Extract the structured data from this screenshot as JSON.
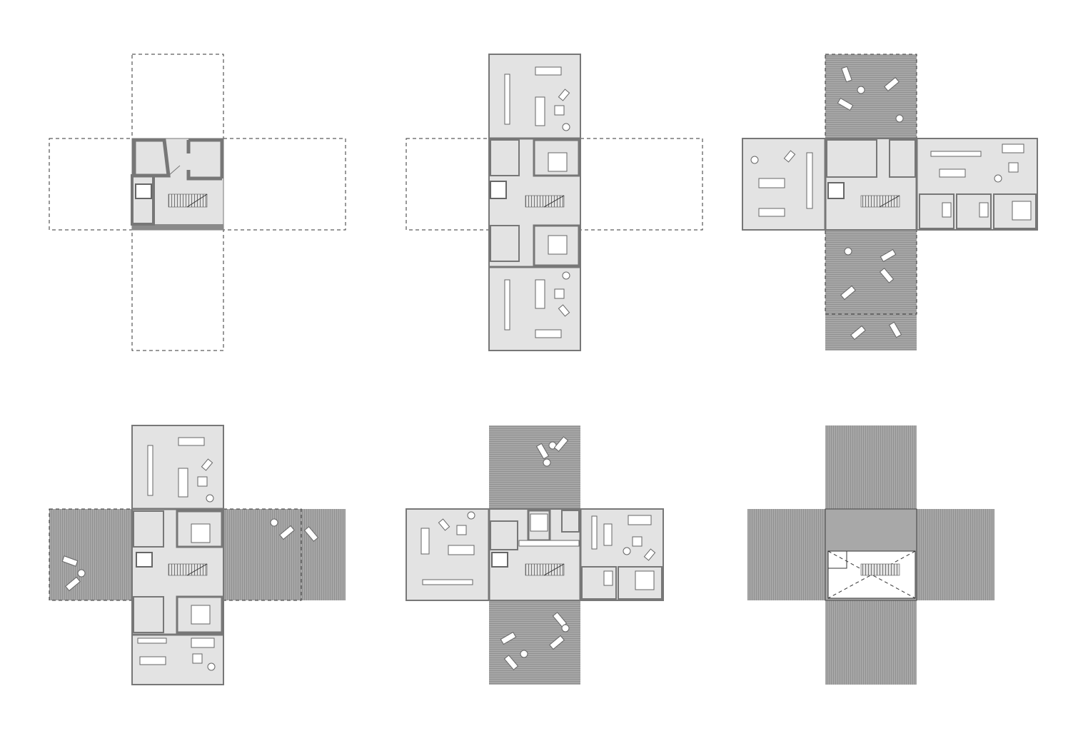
{
  "sheet": {
    "title": "",
    "description_text": ""
  },
  "colors": {
    "background": "#ffffff",
    "room_fill": "#e3e3e3",
    "deck_fill": "#a2a2a2",
    "deck_line": "#8a8a8a",
    "wall": "#7d7d7d",
    "outline": "#6f6f6f",
    "dashed": "#333333",
    "furniture": "#ffffff"
  },
  "diagrams": [
    {
      "id": "core-module",
      "stage": 1,
      "layout": "cross-plan",
      "modules_built": [
        "core"
      ],
      "modules_dashed": [
        "north",
        "south",
        "west",
        "east"
      ]
    },
    {
      "id": "vertical-living-wings",
      "stage": 2,
      "layout": "cross-plan",
      "modules_built": [
        "core",
        "north-living",
        "south-living",
        "bedrooms"
      ],
      "modules_dashed": [
        "west",
        "east"
      ]
    },
    {
      "id": "horizontal-living-wings-with-decks",
      "stage": 3,
      "layout": "cross-plan",
      "modules_built": [
        "core",
        "west-living",
        "east-living",
        "bedrooms"
      ],
      "modules_deck": [
        "north",
        "south"
      ]
    },
    {
      "id": "vertical-living-with-side-decks",
      "stage": 4,
      "layout": "cross-plan",
      "modules_built": [
        "core",
        "north-living",
        "south-living",
        "bedrooms"
      ],
      "modules_deck": [
        "west",
        "east"
      ]
    },
    {
      "id": "horizontal-living-with-end-decks",
      "stage": 5,
      "layout": "cross-plan",
      "modules_built": [
        "core",
        "west-living",
        "east-living",
        "bedrooms"
      ],
      "modules_deck": [
        "north",
        "south"
      ]
    },
    {
      "id": "roof-plan",
      "stage": 6,
      "layout": "cross-plan",
      "modules_roof": [
        "north",
        "south",
        "west",
        "east"
      ],
      "core": "stair-void"
    }
  ]
}
